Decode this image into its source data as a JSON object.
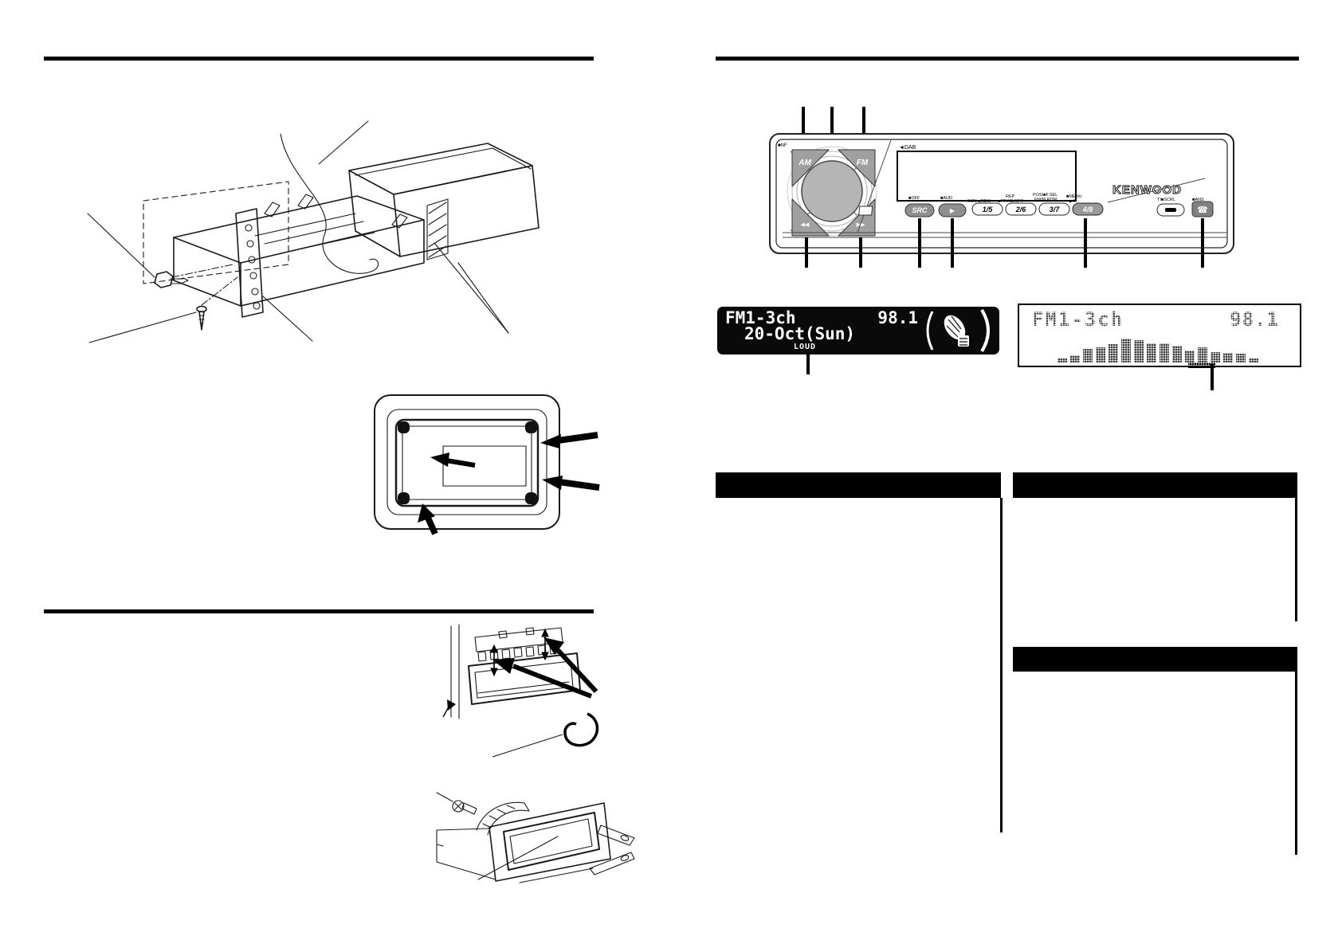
{
  "lcd_left": {
    "station": "FM1-3ch",
    "frequency": "98.1",
    "date": "20-Oct(Sun)",
    "loud": "LOUD"
  },
  "lcd_right": {
    "station": "FM1-3ch",
    "frequency": "98.1",
    "bars": [
      5,
      9,
      17,
      19,
      23,
      30,
      28,
      24,
      24,
      21,
      15,
      19,
      13,
      12,
      11,
      5
    ]
  },
  "panel": {
    "brand": "KENWOOD",
    "nf": "■NF",
    "dab": "◄DAB",
    "am": "AM",
    "fm": "FM",
    "rew": "◀◀",
    "fwd": "▶▶",
    "src": "SRC",
    "p15": "1/5",
    "p26": "2/6",
    "p37": "3/7",
    "p48": "4/8",
    "lbl_off": "■OFF",
    "lbl_aud": "■AUD",
    "lbl_scn": "SCN ■RDM",
    "lbl_rep": "REP",
    "lbl_pty": "■PTY/D.RPT",
    "lbl_pos": "POSI■F.SEL",
    "lbl_fmrdm": "FM/M.RDM",
    "lbl_menu": "■MENU",
    "lbl_play": "▶II",
    "lbl_ti": "TI■SCRL",
    "lbl_ans": "■ANS"
  },
  "icons": {
    "att": "▶",
    "tel": "☎"
  }
}
